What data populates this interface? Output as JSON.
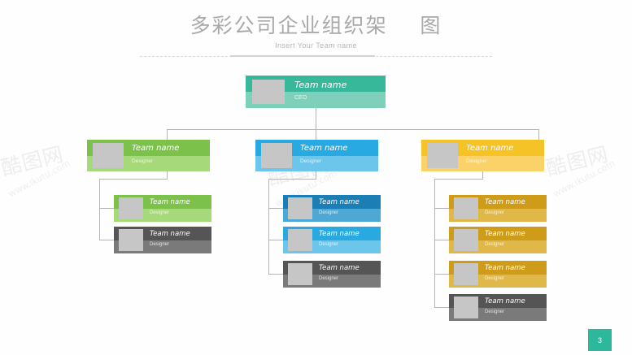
{
  "header": {
    "title": "多彩公司企业组织架    图",
    "subtitle": "Insert Your Team name"
  },
  "page": {
    "number": "3"
  },
  "watermark": {
    "cn": "酷图网",
    "en": "www.ikutu.com"
  },
  "colors": {
    "teal_dark": "#38b89a",
    "teal_light": "#7fd0bb",
    "green_dark": "#7cc24a",
    "green_light": "#a6d97a",
    "blue_dark": "#29a9e1",
    "blue_light": "#6cc6ec",
    "yellow_dark": "#f5c325",
    "yellow_light": "#fad268",
    "gold_dark": "#cf9c1a",
    "gold_light": "#e0b84a",
    "gray_dark": "#555555",
    "gray_light": "#7a7a7a",
    "steelblue_dark": "#1b7fb5",
    "steelblue_light": "#4ea8d4",
    "line": "#b5b5b5",
    "badge": "#2cb89a"
  },
  "chart_data": {
    "type": "diagram",
    "title": "多彩公司企业组织架    图",
    "subtitle": "Insert Your Team name",
    "nodes": [
      {
        "id": "ceo",
        "level": 1,
        "title": "Team name",
        "role": "CEO",
        "color": "teal",
        "parent": null
      },
      {
        "id": "g0",
        "level": 2,
        "title": "Team name",
        "role": "Designer",
        "color": "green",
        "parent": "ceo"
      },
      {
        "id": "b0",
        "level": 2,
        "title": "Team name",
        "role": "Designer",
        "color": "blue",
        "parent": "ceo"
      },
      {
        "id": "y0",
        "level": 2,
        "title": "Team name",
        "role": "Designer",
        "color": "yellow",
        "parent": "ceo"
      },
      {
        "id": "g1",
        "level": 3,
        "title": "Team name",
        "role": "Designer",
        "color": "green",
        "parent": "g0"
      },
      {
        "id": "g2",
        "level": 3,
        "title": "Team name",
        "role": "Designer",
        "color": "gray",
        "parent": "g0"
      },
      {
        "id": "b1",
        "level": 3,
        "title": "Team name",
        "role": "Designer",
        "color": "steelblue",
        "parent": "b0"
      },
      {
        "id": "b2",
        "level": 3,
        "title": "Team name",
        "role": "Designer",
        "color": "blue",
        "parent": "b0"
      },
      {
        "id": "b3",
        "level": 3,
        "title": "Team name",
        "role": "Designer",
        "color": "gray",
        "parent": "b0"
      },
      {
        "id": "y1",
        "level": 3,
        "title": "Team name",
        "role": "Designer",
        "color": "gold",
        "parent": "y0"
      },
      {
        "id": "y2",
        "level": 3,
        "title": "Team name",
        "role": "Designer",
        "color": "gold",
        "parent": "y0"
      },
      {
        "id": "y3",
        "level": 3,
        "title": "Team name",
        "role": "Designer",
        "color": "gold",
        "parent": "y0"
      },
      {
        "id": "y4",
        "level": 3,
        "title": "Team name",
        "role": "Designer",
        "color": "gray",
        "parent": "y0"
      }
    ]
  }
}
